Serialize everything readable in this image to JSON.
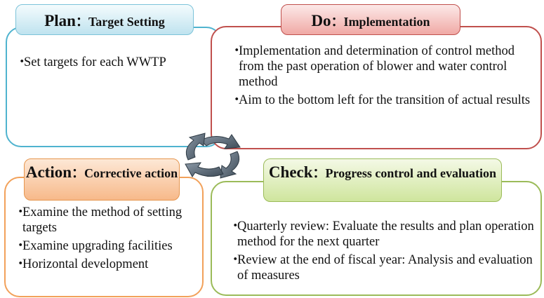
{
  "plan": {
    "title_lead": "Plan",
    "title_rest": "：Target Setting",
    "items": [
      "Set targets for each WWTP"
    ]
  },
  "do": {
    "title_lead": "Do",
    "title_rest": "：Implementation",
    "items": [
      "Implementation and determination of  control method from the past operation  of blower and water control method",
      "Aim to the bottom left for the transition of actual results"
    ]
  },
  "action": {
    "title_lead": "Action",
    "title_rest": "：Corrective action",
    "items": [
      "Examine the method of setting targets",
      "Examine upgrading facilities",
      "Horizontal development"
    ]
  },
  "check": {
    "title_lead": "Check",
    "title_rest": "：Progress control  and evaluation",
    "items": [
      "Quarterly review: Evaluate the results and plan operation method for the next quarter",
      "Review at the end of fiscal year: Analysis and evaluation of measures"
    ]
  },
  "bullet": "・",
  "colors": {
    "plan": "#4fb3cf",
    "do": "#c0504d",
    "action": "#f2a15a",
    "check": "#9bbb59",
    "cycle_arrows": "#5a6a78"
  }
}
